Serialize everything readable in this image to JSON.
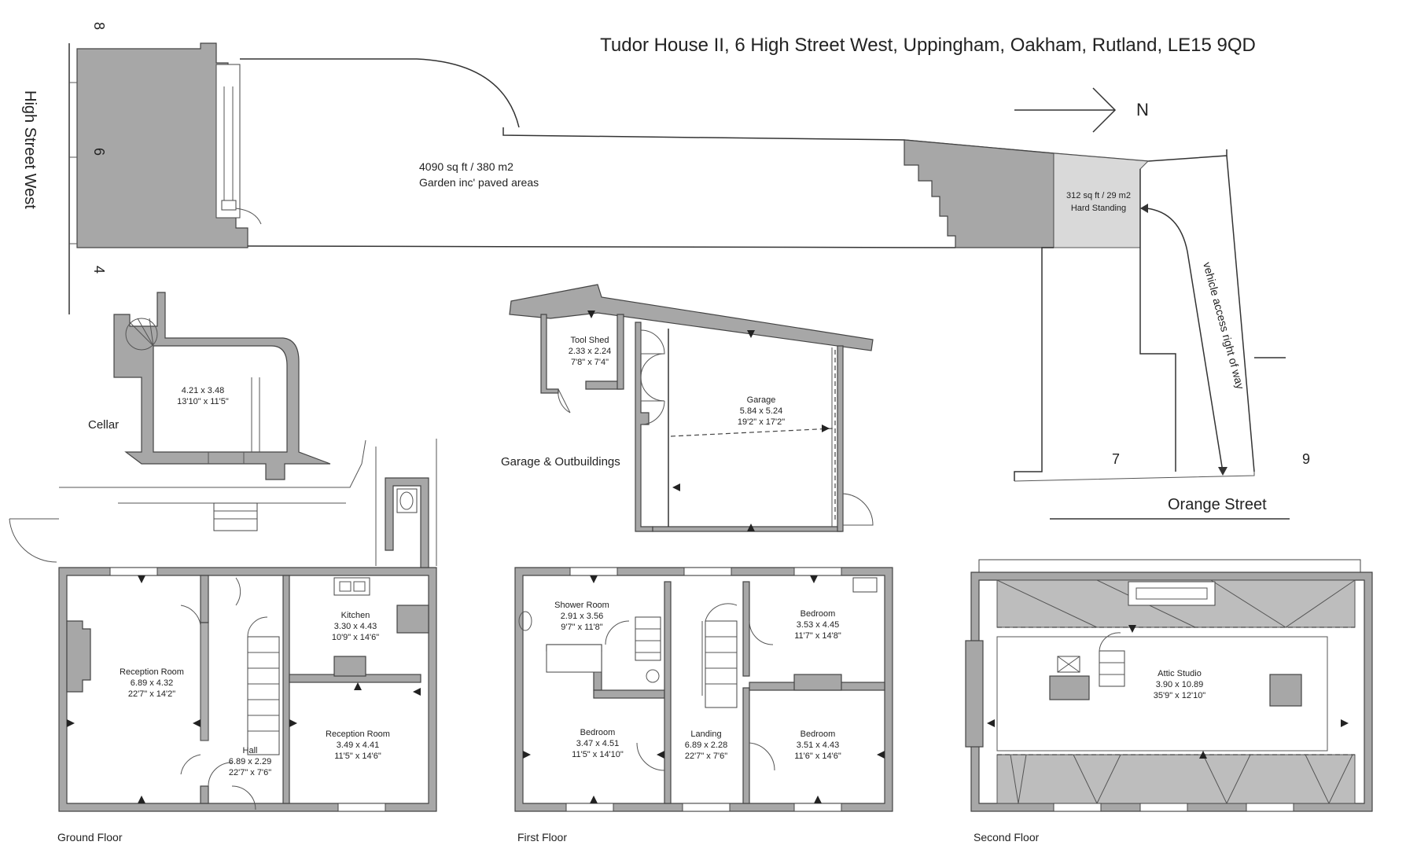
{
  "header": {
    "address": "Tudor House II, 6 High Street West, Uppingham, Oakham, Rutland, LE15 9QD",
    "north": "N"
  },
  "site": {
    "street_left": "High Street West",
    "number_8": "8",
    "number_6": "6",
    "number_4": "4",
    "garden_area": "4090 sq ft / 380 m2",
    "garden_label": "Garden inc' paved areas",
    "hard_standing_area": "312 sq ft / 29 m2",
    "hard_standing_label": "Hard Standing",
    "vehicle_access": "vehicle access right of way",
    "number_7": "7",
    "number_9": "9",
    "street_bottom": "Orange Street"
  },
  "cellar": {
    "label": "Cellar",
    "dim_m": "4.21 x 3.48",
    "dim_ft": "13'10\" x 11'5\""
  },
  "outbuildings": {
    "label": "Garage & Outbuildings",
    "tool_shed": {
      "name": "Tool Shed",
      "dim_m": "2.33 x 2.24",
      "dim_ft": "7'8\" x 7'4\""
    },
    "garage": {
      "name": "Garage",
      "dim_m": "5.84 x 5.24",
      "dim_ft": "19'2\" x 17'2\""
    }
  },
  "ground_floor": {
    "label": "Ground Floor",
    "rooms": [
      {
        "name": "Reception Room",
        "dim_m": "6.89 x 4.32",
        "dim_ft": "22'7\" x 14'2\""
      },
      {
        "name": "Kitchen",
        "dim_m": "3.30 x 4.43",
        "dim_ft": "10'9\" x 14'6\""
      },
      {
        "name": "Reception Room",
        "dim_m": "3.49 x 4.41",
        "dim_ft": "11'5\" x 14'6\""
      },
      {
        "name": "Hall",
        "dim_m": "6.89 x 2.29",
        "dim_ft": "22'7\" x 7'6\""
      }
    ]
  },
  "first_floor": {
    "label": "First Floor",
    "rooms": [
      {
        "name": "Shower  Room",
        "dim_m": "2.91 x 3.56",
        "dim_ft": "9'7\" x 11'8\""
      },
      {
        "name": "Bedroom",
        "dim_m": "3.53 x 4.45",
        "dim_ft": "11'7\" x 14'8\""
      },
      {
        "name": "Bedroom",
        "dim_m": "3.47 x 4.51",
        "dim_ft": "11'5\" x 14'10\""
      },
      {
        "name": "Landing",
        "dim_m": "6.89 x 2.28",
        "dim_ft": "22'7\" x 7'6\""
      },
      {
        "name": "Bedroom",
        "dim_m": "3.51 x 4.43",
        "dim_ft": "11'6\" x 14'6\""
      }
    ]
  },
  "second_floor": {
    "label": "Second Floor",
    "rooms": [
      {
        "name": "Attic Studio",
        "dim_m": "3.90 x 10.89",
        "dim_ft": "35'9\" x 12'10\""
      }
    ]
  }
}
